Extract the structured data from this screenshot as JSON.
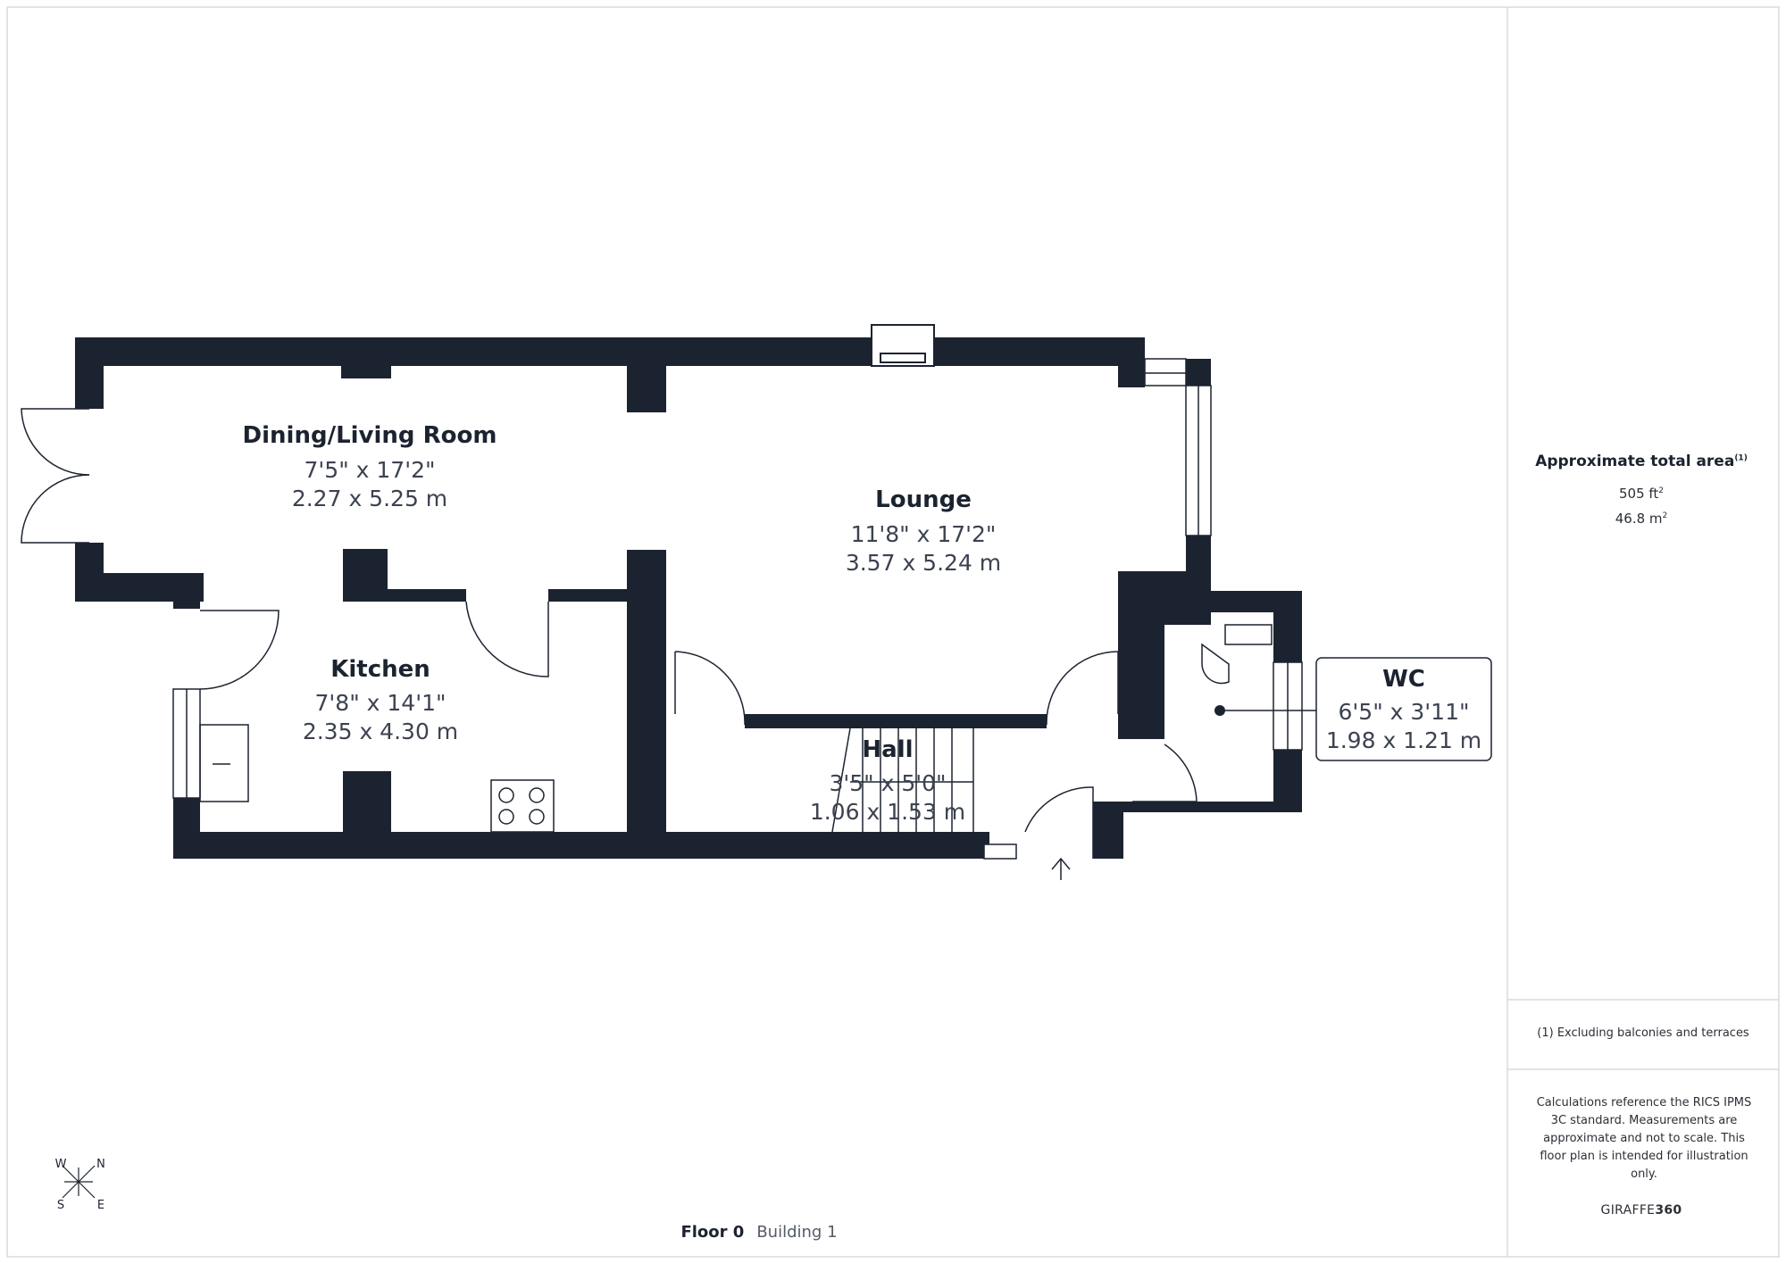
{
  "rooms": [
    {
      "name": "Dining/Living Room",
      "imperial": "7'5\" x 17'2\"",
      "metric": "2.27 x 5.25 m"
    },
    {
      "name": "Lounge",
      "imperial": "11'8\" x 17'2\"",
      "metric": "3.57 x 5.24 m"
    },
    {
      "name": "Kitchen",
      "imperial": "7'8\" x 14'1\"",
      "metric": "2.35 x 4.30 m"
    },
    {
      "name": "Hall",
      "imperial": "3'5\" x 5'0\"",
      "metric": "1.06 x 1.53 m"
    },
    {
      "name": "WC",
      "imperial": "6'5\" x 3'11\"",
      "metric": "1.98 x 1.21 m"
    }
  ],
  "sidebar": {
    "area_title": "Approximate total area",
    "area_title_marker": "(1)",
    "area_ft": "505 ft",
    "area_ft_unit": "2",
    "area_m": "46.8 m",
    "area_m_unit": "2",
    "footnote": "(1) Excluding balconies and terraces",
    "disclaimer": "Calculations reference the RICS IPMS 3C standard. Measurements are approximate and not to scale. This floor plan is intended for illustration only.",
    "brand_prefix": "GIRAFFE",
    "brand_suffix": "360"
  },
  "floor": {
    "label": "Floor 0",
    "building": "Building 1"
  },
  "compass": {
    "n": "N",
    "s": "S",
    "e": "E",
    "w": "W"
  },
  "colors": {
    "wall": "#1c2330",
    "text": "#1c2330",
    "border": "#d8dbe0"
  }
}
